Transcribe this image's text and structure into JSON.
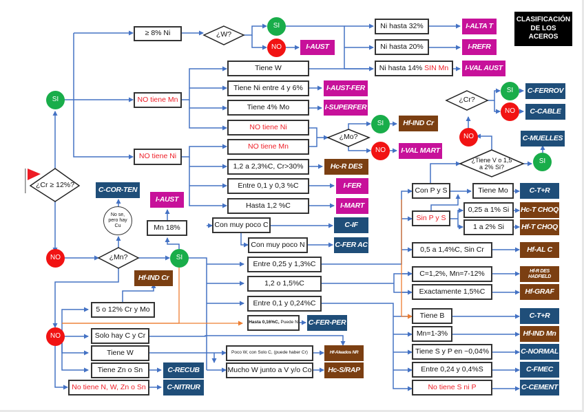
{
  "title": "CLASIFICACIÓN DE LOS ACEROS",
  "colors": {
    "wire": "#4472c4",
    "wire_alt": "#ed7d31",
    "yes": "#19ad4a",
    "no": "#f11313",
    "inox": "#c7119a",
    "carbon": "#1f4e79",
    "tool": "#7b3f12",
    "negated_text": "#ee1c25"
  },
  "decisions": {
    "cr12": "¿Cr ≥ 12%?",
    "w": "¿W?",
    "mo": "¿Mo?",
    "mn": "¿Mn?",
    "cr": "¿Cr?",
    "v_si": "¿Tiene V o 1,5 a 2% Si?"
  },
  "answers": {
    "yes": "SI",
    "no": "NO"
  },
  "start_icon": "flag-icon",
  "unknown_note": "No se, pero hay Cu",
  "conditions": {
    "ni8": "≥ 8% Ni",
    "no_mn": "NO tiene Mn",
    "no_ni": "NO tiene Ni",
    "ni32": "Ni hasta 32%",
    "ni20": "Ni hasta 20%",
    "ni14": "Ni hasta 14%",
    "ni14_suffix": "SIN Mn",
    "tiene_w": "Tiene W",
    "ni4_6": "Tiene Ni entre 4 y 6%",
    "mo4": "Tiene 4% Mo",
    "no_ni2": "NO tiene Ni",
    "no_mn2": "NO tiene Mn",
    "c12_23": "1,2 a 2,3%C, Cr>30%",
    "c01_03": "Entre 0,1 y 0,3 %C",
    "c12": "Hasta 1,2 %C",
    "mn18": "Mn 18%",
    "poco_c": "Con muy poco C",
    "poco_n": "Con muy poco N",
    "c025_13": "Entre 0,25 y 1,3%C",
    "c12_15": "1,2 o 1,5%C",
    "c01_024": "Entre 0,1 y 0,24%C",
    "c016_bold": "Hasta 0,16%C,",
    "c016_rest": "Puede N",
    "cr5_12": "5 o 12% Cr y Mo",
    "solo_c_cr": "Solo hay C y Cr",
    "tiene_w2": "Tiene W",
    "zn_sn": "Tiene Zn o Sn",
    "no_nwzn": "No tiene N, W, Zn o Sn",
    "poco_w": "Poco W, con Solo C, (puede haber Cr)",
    "mucho_w": "Mucho W junto a V y/o Co",
    "con_ps": "Con P y S",
    "sin_ps": "Sin P y S",
    "tiene_mo": "Tiene Mo",
    "si025_1": "0,25 a 1% Si",
    "si1_2": "1 a 2% Si",
    "c05_14": "0,5 a 1,4%C, Sin Cr",
    "c12_mn": "C=1,2%, Mn=7-12%",
    "c15": "Exactamente 1,5%C",
    "tiene_b": "Tiene B",
    "mn1_3": "Mn=1-3%",
    "sp004": "Tiene S y P en ~0,04%",
    "s024_04": "Entre 0,24 y 0,4%S",
    "no_sp": "No tiene S ni P"
  },
  "results": {
    "i_aust": "I-AUST",
    "i_alta_t": "I-ALTA T",
    "i_refr": "I-REFR",
    "i_val_aust": "I-VAL AUST",
    "i_aust_fer": "I-AUST-FER",
    "i_superfer": "I-SUPERFER",
    "hf_ind_cr": "Hf-IND Cr",
    "i_val_mart": "I-VAL MART",
    "hc_r_des": "Hc-R DES",
    "i_fer": "I-FER",
    "i_mart": "I-MART",
    "c_cor_ten": "C-COR-TEN",
    "i_aust2": "I-AUST",
    "c_if": "C-IF",
    "c_fer_ac": "C-FER AC",
    "c_fer_per": "C-FER-PER",
    "hf_ind_cr2": "Hf-IND Cr",
    "c_recub": "C-RECUB",
    "c_nitrur": "C-NITRUR",
    "hf_aleados": "Hf-Aleados NR",
    "hc_s_rap": "Hc-S/RAP",
    "c_ferrov": "C-FERROV",
    "c_cable": "C-CABLE",
    "c_muelles": "C-MUELLES",
    "c_tr": "C-T+R",
    "hc_t_choq": "Hc-T CHOQ",
    "hf_t_choq": "Hf-T CHOQ",
    "hf_al_c": "Hf-AL C",
    "hf_r_des": "Hf-R DES HADFIELD",
    "hf_graf": "Hf-GRAF",
    "c_tr2": "C-T+R",
    "hf_ind_mn": "Hf-IND Mn",
    "c_normal": "C-NORMAL",
    "c_fmec": "C-FMEC",
    "c_cement": "C-CEMENT"
  }
}
